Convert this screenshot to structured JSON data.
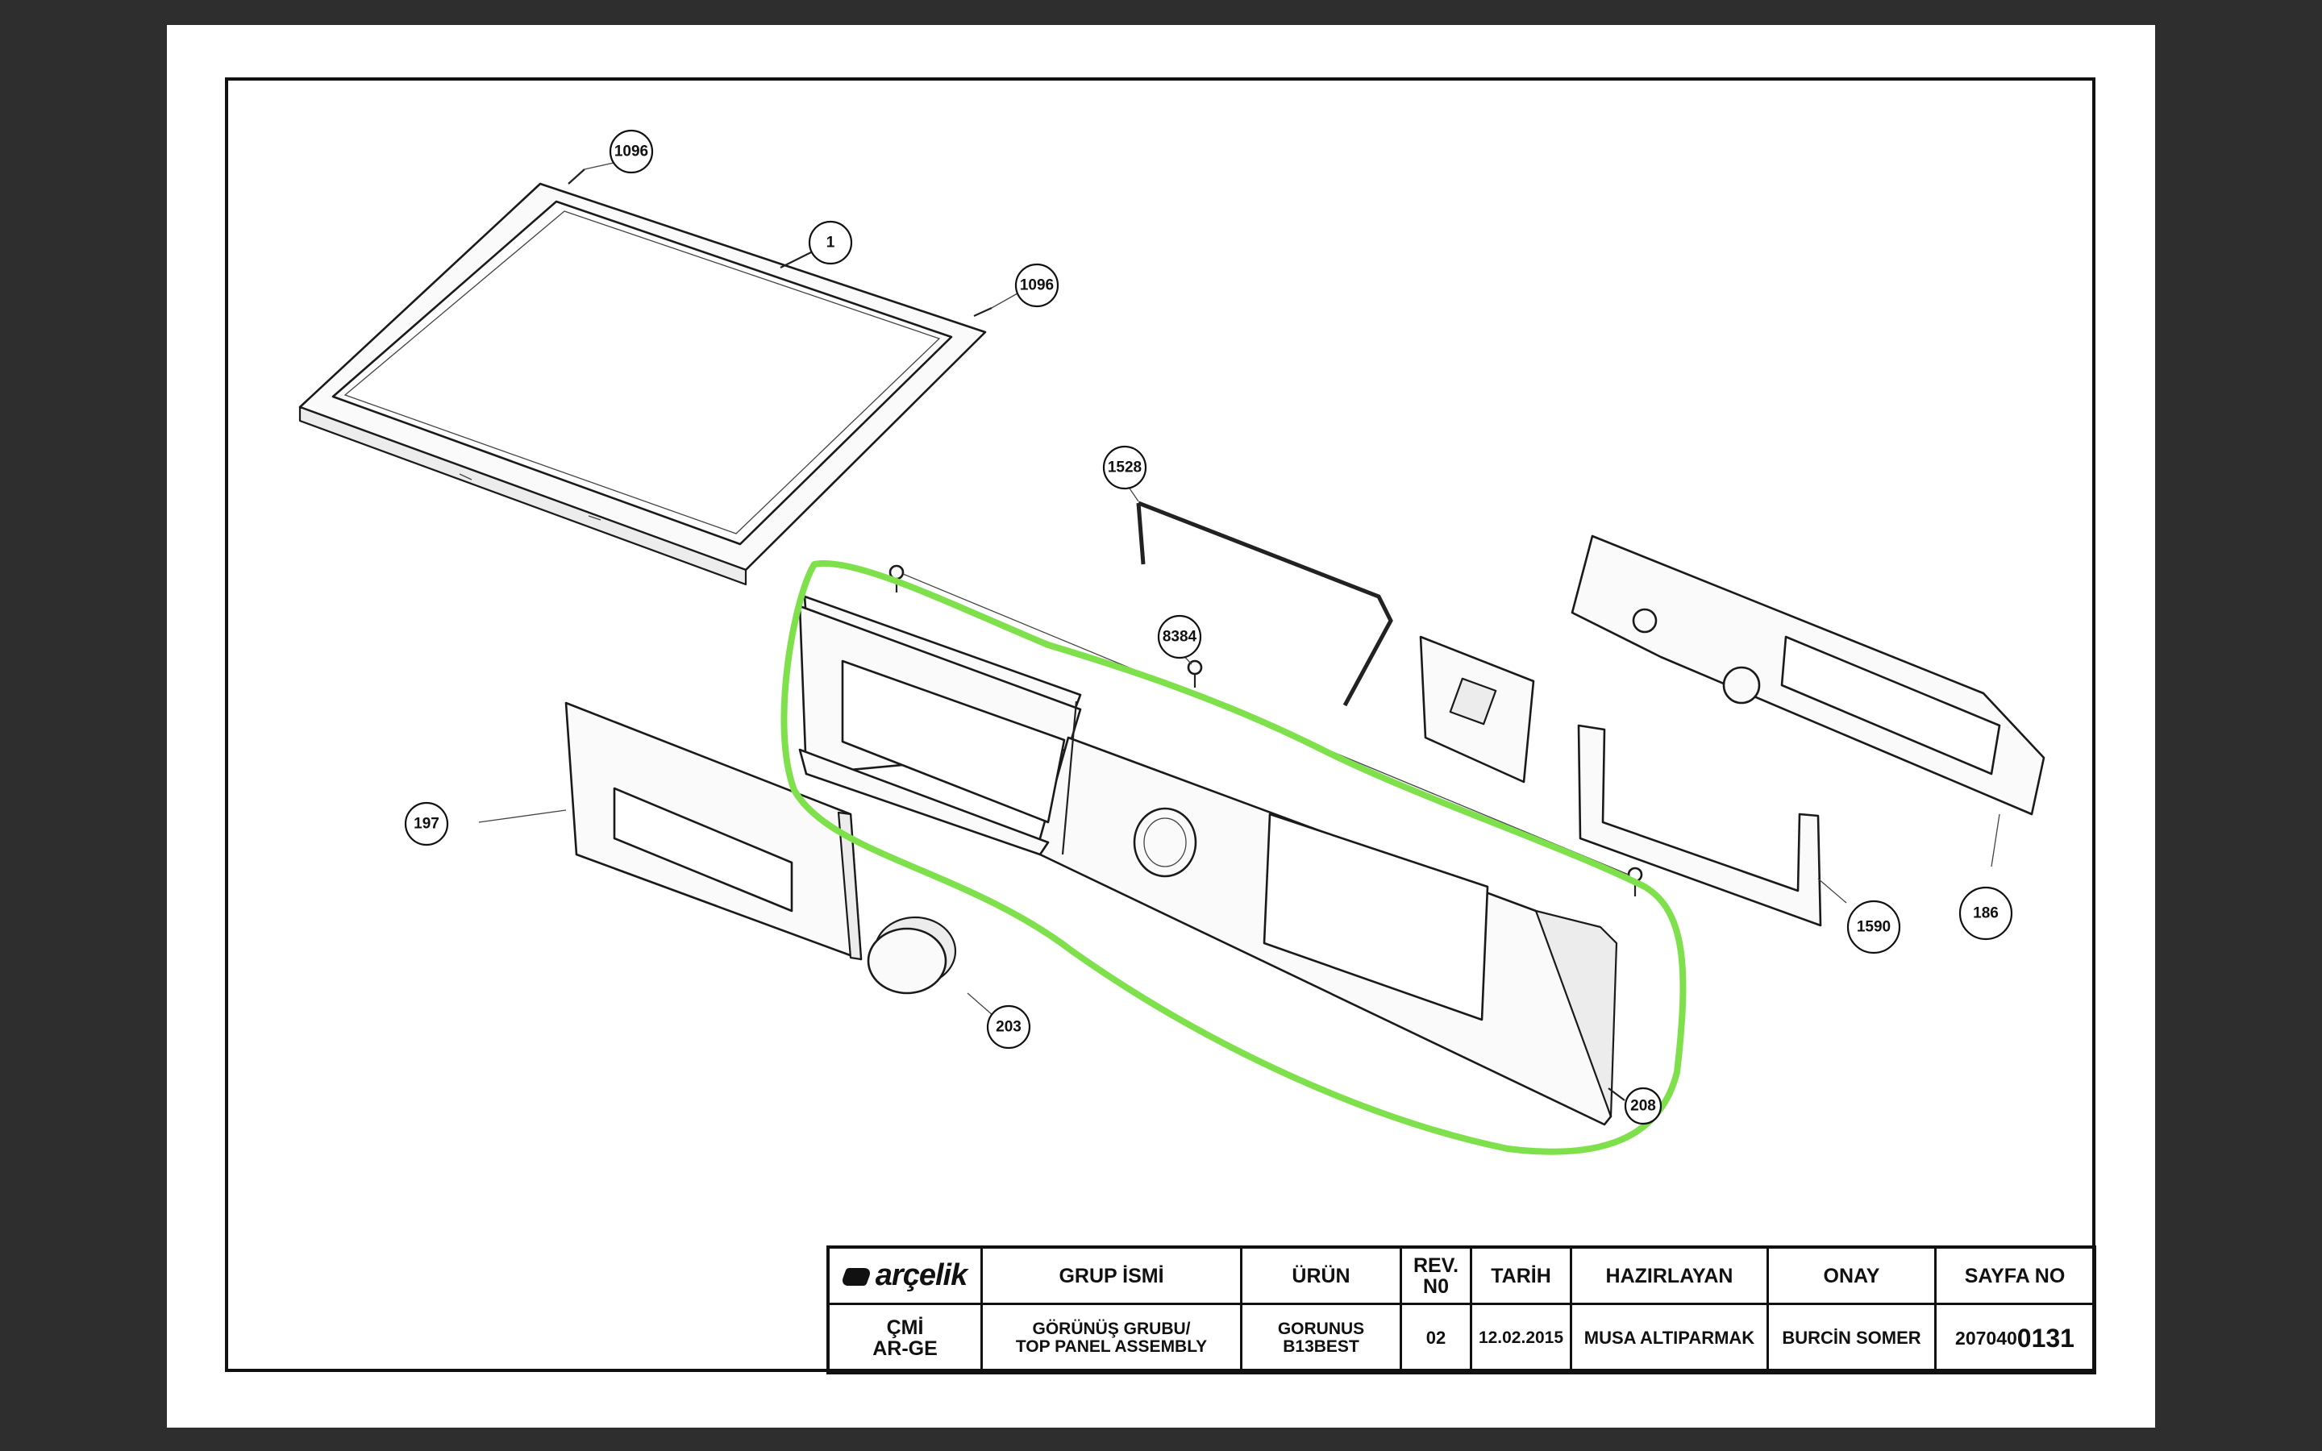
{
  "callouts": {
    "c1096a": "1096",
    "c1": "1",
    "c1096b": "1096",
    "c1528": "1528",
    "c8384": "8384",
    "c197": "197",
    "c203": "203",
    "c208": "208",
    "c1590": "1590",
    "c186": "186"
  },
  "title_block": {
    "logo_text": "arçelik",
    "headers": {
      "group_name": "GRUP İSMİ",
      "product": "ÜRÜN",
      "rev_line1": "REV.",
      "rev_line2": "N0",
      "date": "TARİH",
      "prepared_by": "HAZIRLAYAN",
      "approval": "ONAY",
      "sheet_no": "SAYFA NO"
    },
    "values": {
      "dept_line1": "ÇMİ",
      "dept_line2": "AR-GE",
      "group_line1": "GÖRÜNÜŞ GRUBU/",
      "group_line2": "TOP PANEL ASSEMBLY",
      "product_line1": "GORUNUS",
      "product_line2": "B13BEST",
      "rev": "02",
      "date": "12.02.2015",
      "prepared_by": "MUSA ALTIPARMAK",
      "approval": "BURCİN SOMER",
      "sheet_prefix": "207040",
      "sheet_suffix": "0131"
    }
  },
  "highlight_color": "#7ee04a"
}
